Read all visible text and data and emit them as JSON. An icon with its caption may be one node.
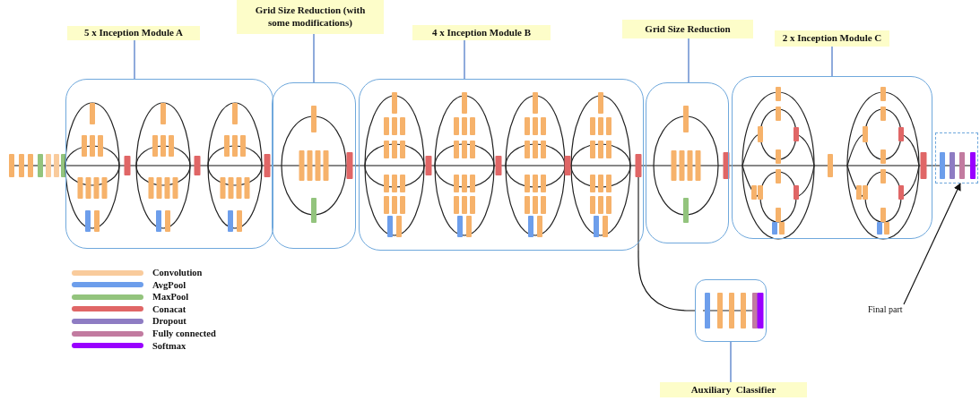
{
  "diagram": {
    "nodes": [
      {
        "text": [
          "5 x Inception Module A"
        ]
      },
      {
        "text": [],
        "shape": "box"
      },
      {
        "text": [
          "Grid Size Reduction (with some modifications)"
        ]
      },
      {
        "text": [],
        "shape": "box"
      },
      {
        "text": [
          "4 x Inception Module B"
        ]
      },
      {
        "text": [],
        "shape": "box"
      },
      {
        "text": [
          "Grid Size Reduction"
        ]
      },
      {
        "text": [],
        "shape": "box"
      },
      {
        "text": [
          "2 x Inception Module C"
        ]
      },
      {
        "text": [],
        "shape": "box"
      },
      {
        "text": [],
        "shape": "box"
      },
      {
        "text": [
          "Final part"
        ]
      },
      {
        "text": [],
        "shape": "box"
      },
      {
        "text": [
          "Auxiliary  Classifier"
        ]
      }
    ],
    "edges": [
      {
        "from": 0,
        "to": 1,
        "arrow": "none"
      },
      {
        "from": 2,
        "to": 3,
        "arrow": "none"
      },
      {
        "from": 4,
        "to": 5,
        "arrow": "none"
      },
      {
        "from": 6,
        "to": 7,
        "arrow": "none"
      },
      {
        "from": 8,
        "to": 9,
        "arrow": "none"
      },
      {
        "from": 11,
        "to": 10,
        "arrow": "to",
        "color": "#111111"
      },
      {
        "from": 5,
        "to": 12,
        "arrow": "none",
        "color": "#111111"
      },
      {
        "from": 12,
        "to": 13,
        "arrow": "none"
      }
    ],
    "legend": [
      {
        "text": "Convolution",
        "color": "#f9cb9c"
      },
      {
        "text": "AvgPool",
        "color": "#6d9eeb"
      },
      {
        "text": "MaxPool",
        "color": "#93c47d"
      },
      {
        "text": "Conacat",
        "color": "#e06666"
      },
      {
        "text": "Dropout",
        "color": "#8e7cc3"
      },
      {
        "text": "Fully connected",
        "color": "#c27ba0"
      },
      {
        "text": "Softmax",
        "color": "#9900ff"
      }
    ]
  }
}
